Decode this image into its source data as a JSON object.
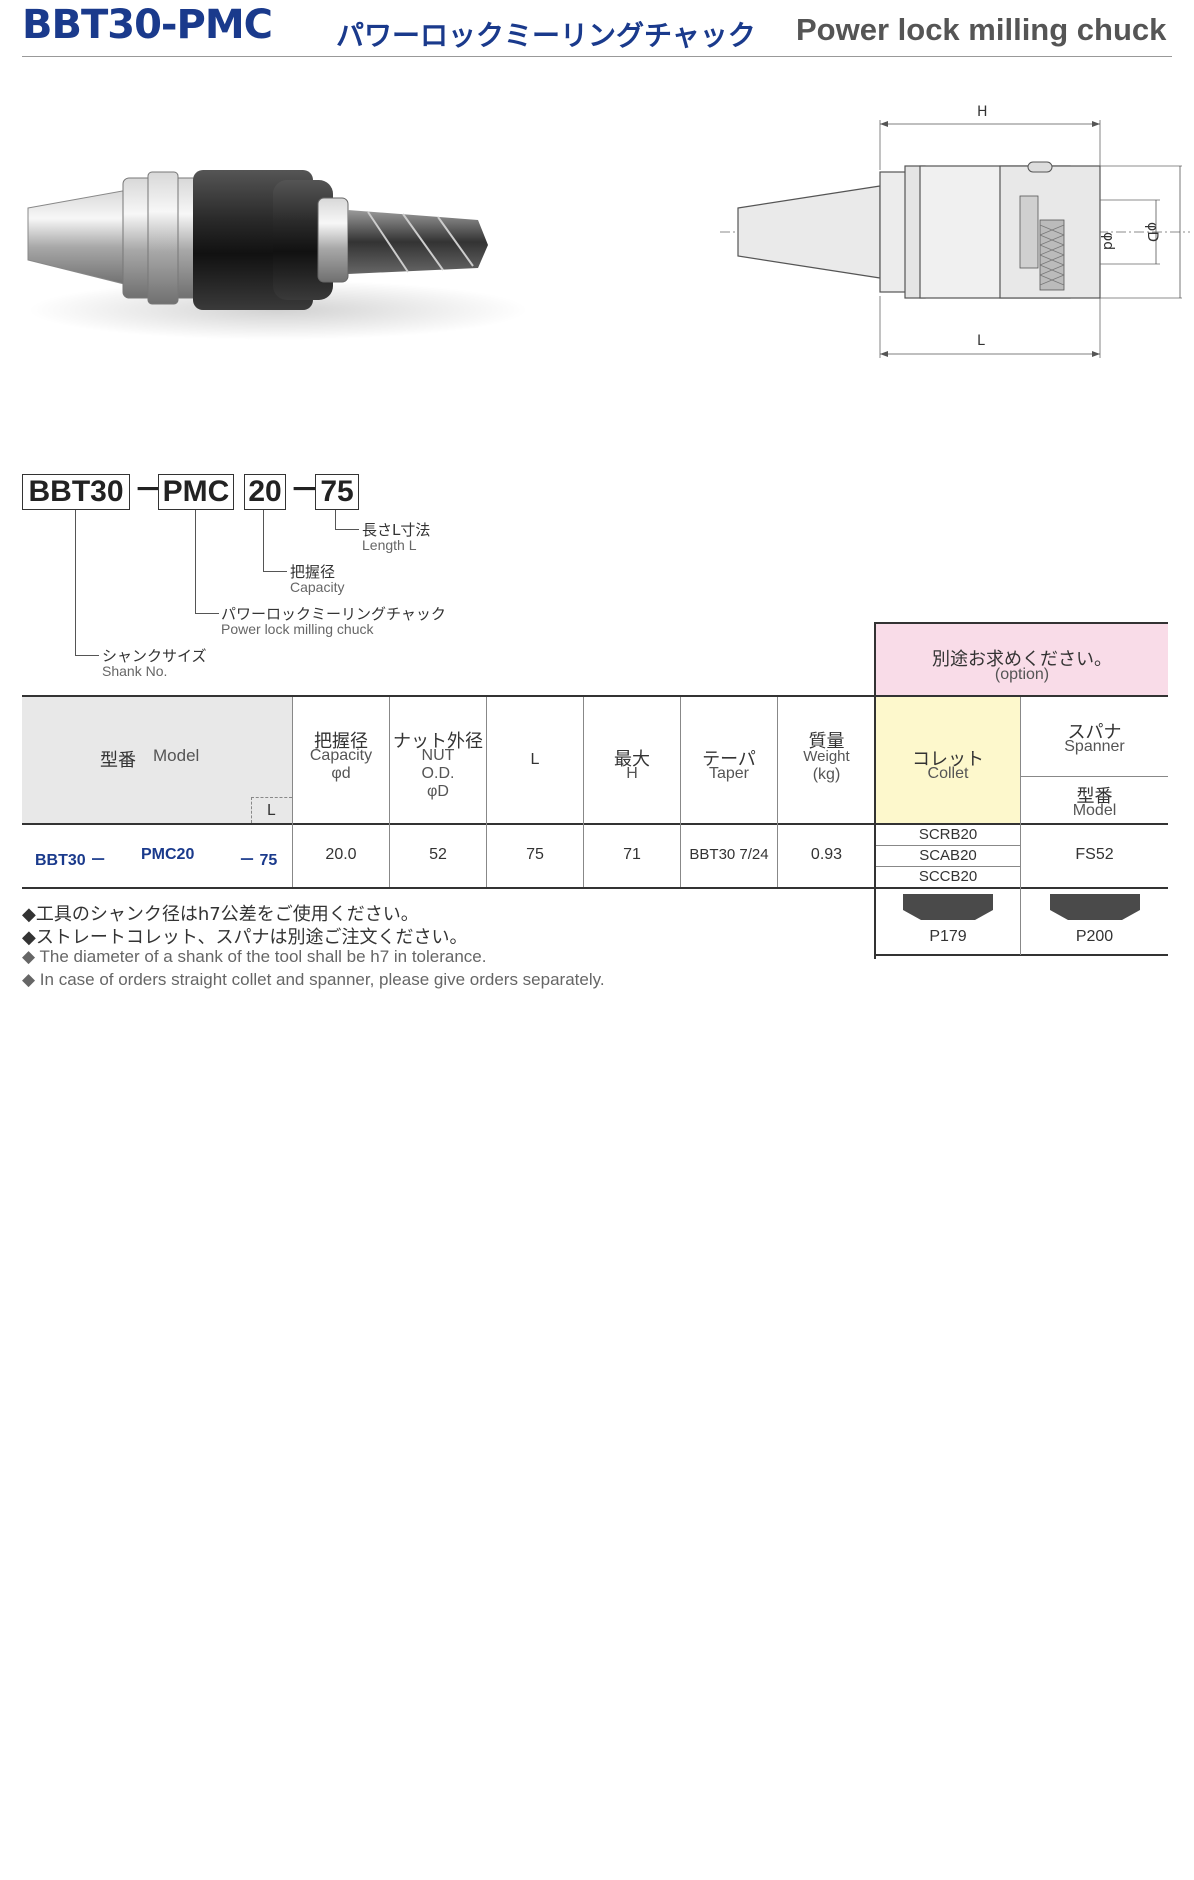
{
  "header": {
    "model_series": "BBT30-PMC",
    "name_jp": "パワーロックミーリングチャック",
    "name_en": "Power lock milling chuck"
  },
  "drawing": {
    "dim_H": "H",
    "dim_L": "L",
    "dim_d": "φd",
    "dim_D": "φD"
  },
  "code": {
    "parts": [
      "BBT30",
      "PMC",
      "20",
      "75"
    ],
    "dash": "－",
    "annotations": [
      {
        "jp": "長さL寸法",
        "en": "Length L"
      },
      {
        "jp": "把握径",
        "en": "Capacity"
      },
      {
        "jp": "パワーロックミーリングチャック",
        "en": "Power lock milling chuck"
      },
      {
        "jp": "シャンクサイズ",
        "en": "Shank No."
      }
    ]
  },
  "option": {
    "jp": "別途お求めください。",
    "en": "(option)"
  },
  "table": {
    "headers": {
      "model": {
        "jp": "型番",
        "en": "Model",
        "sub": "L"
      },
      "capacity": {
        "jp": "把握径",
        "en": "Capacity",
        "sym": "φd"
      },
      "nut": {
        "jp": "ナット外径",
        "en1": "NUT",
        "en2": "O.D.",
        "sym": "φD"
      },
      "L": {
        "label": "L"
      },
      "max_h": {
        "jp": "最大",
        "en": "H"
      },
      "taper": {
        "jp": "テーパ",
        "en": "Taper"
      },
      "weight": {
        "jp": "質量",
        "en": "Weight",
        "unit": "(kg)"
      },
      "collet": {
        "jp": "コレット",
        "en": "Collet"
      },
      "spanner": {
        "jp": "スパナ",
        "en": "Spanner",
        "model_jp": "型番",
        "model_en": "Model"
      }
    },
    "row": {
      "model_part1": "BBT30 －",
      "model_part2": "PMC20",
      "model_part3": "－ 75",
      "capacity": "20.0",
      "nut_od": "52",
      "L": "75",
      "max_h": "71",
      "taper": "BBT30 7/24",
      "weight": "0.93",
      "collets": [
        "SCRB20",
        "SCAB20",
        "SCCB20"
      ],
      "spanner": "FS52"
    },
    "page_refs": {
      "collet": "P179",
      "spanner": "P200"
    }
  },
  "notes": {
    "jp1": "◆工具のシャンク径はh7公差をご使用ください。",
    "jp2": "◆ストレートコレット、スパナは別途ご注文ください。",
    "en1": "◆ The diameter of a shank of the tool shall be h7 in tolerance.",
    "en2": "◆ In case of orders straight collet and spanner, please give orders separately."
  }
}
